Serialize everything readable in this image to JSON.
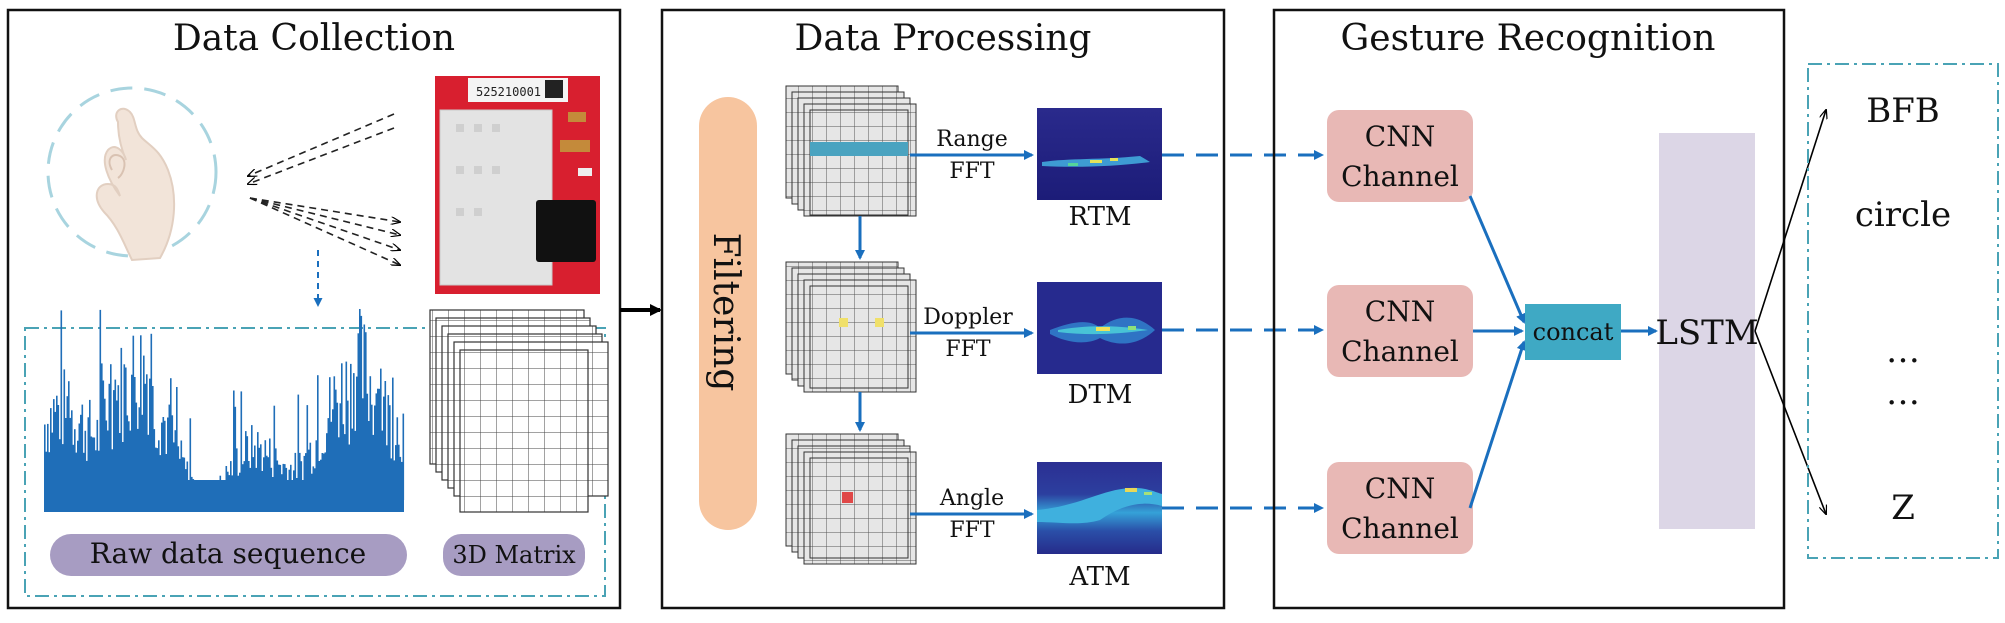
{
  "panels": {
    "collection": "Data Collection",
    "processing": "Data Processing",
    "recognition": "Gesture Recognition"
  },
  "collection": {
    "raw_label": "Raw data sequence",
    "matrix_label": "3D Matrix",
    "radar_serial": "525210001"
  },
  "processing": {
    "filtering": "Filtering",
    "fft": [
      {
        "line1": "Range",
        "line2": "FFT",
        "output": "RTM"
      },
      {
        "line1": "Doppler",
        "line2": "FFT",
        "output": "DTM"
      },
      {
        "line1": "Angle",
        "line2": "FFT",
        "output": "ATM"
      }
    ]
  },
  "recognition": {
    "cnn": [
      {
        "line1": "CNN",
        "line2": "Channel"
      },
      {
        "line1": "CNN",
        "line2": "Channel"
      },
      {
        "line1": "CNN",
        "line2": "Channel"
      }
    ],
    "concat": "concat",
    "lstm": "LSTM"
  },
  "outputs": [
    "BFB",
    "circle",
    "…",
    "…",
    "Z"
  ],
  "colors": {
    "accent_blue": "#1a6fbe",
    "dash_teal": "#4aa3b5",
    "cnn_pink": "#e8b8b5",
    "concat_teal": "#3fa9c4",
    "lstm_lavender": "#dcd6e6",
    "filter_orange": "#f7c59f",
    "label_purple": "#a79cc2",
    "wave_blue": "#1f6eb8"
  }
}
